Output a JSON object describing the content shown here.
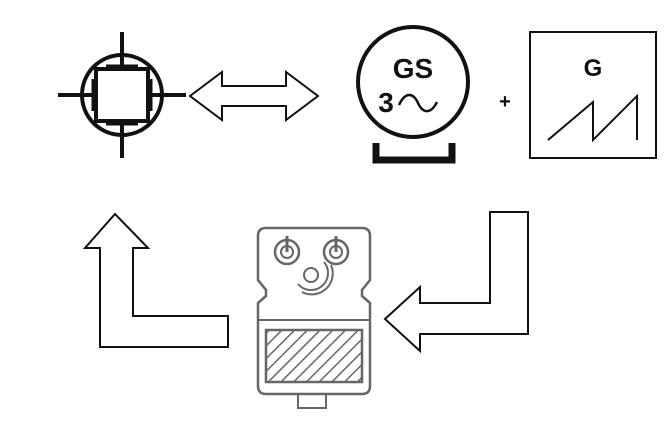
{
  "motor_symbol": {
    "icon": "synchronous-motor-symbol-icon"
  },
  "exchange_arrow": {
    "icon": "double-headed-arrow-icon"
  },
  "generator": {
    "label_top": "GS",
    "label_bottom": "3",
    "phase_symbol": "~",
    "icon": "three-phase-synchronous-generator-icon"
  },
  "plus": {
    "text": "+"
  },
  "sawtooth_generator": {
    "label": "G",
    "icon": "sawtooth-wave-generator-icon"
  },
  "flow_arrows": {
    "return_arrow_icon": "l-shaped-arrow-left-icon",
    "up_arrow_icon": "l-shaped-arrow-up-icon"
  },
  "pedal": {
    "icon": "effects-pedal-icon"
  },
  "colors": {
    "stroke": "#111111",
    "pedal_stroke": "#666666",
    "background": "#ffffff"
  }
}
